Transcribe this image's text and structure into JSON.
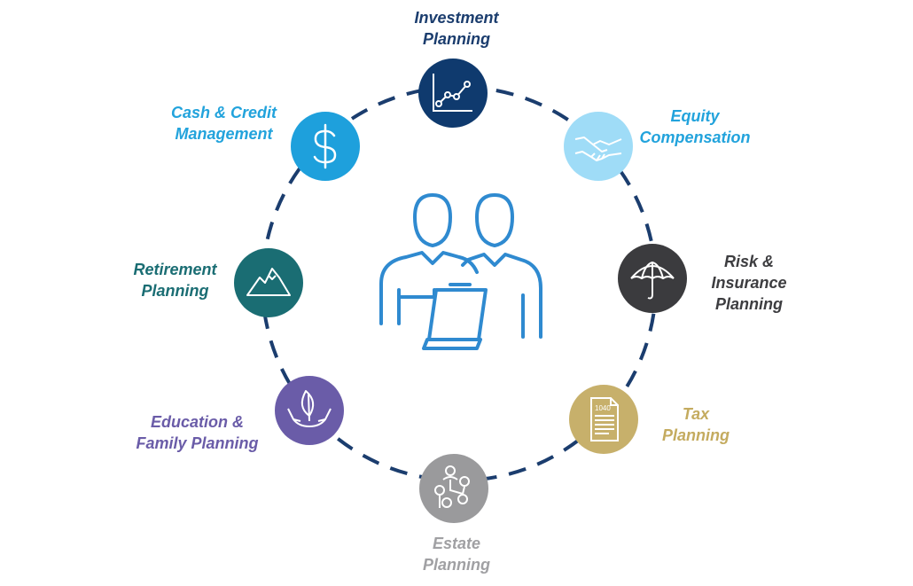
{
  "items": [
    {
      "key": "investment",
      "label": "Investment\nPlanning",
      "color": "#0f3a6e",
      "text_color": "#1b3d6e",
      "icon": "line-chart-icon"
    },
    {
      "key": "equity",
      "label": "Equity\nCompensation",
      "color": "#9fdcf7",
      "text_color": "#22a3dc",
      "icon": "handshake-icon"
    },
    {
      "key": "risk",
      "label": "Risk &\nInsurance\nPlanning",
      "color": "#3b3b3e",
      "text_color": "#3d3d40",
      "icon": "umbrella-icon"
    },
    {
      "key": "tax",
      "label": "Tax\nPlanning",
      "color": "#c7b06b",
      "text_color": "#c4ab5f",
      "icon": "tax-form-icon",
      "icon_text": "1040"
    },
    {
      "key": "estate",
      "label": "Estate\nPlanning",
      "color": "#9a9a9c",
      "text_color": "#a0a0a3",
      "icon": "family-tree-icon"
    },
    {
      "key": "education",
      "label": "Education &\nFamily Planning",
      "color": "#6a5ca8",
      "text_color": "#6a5ca8",
      "icon": "plant-in-hands-icon"
    },
    {
      "key": "retirement",
      "label": "Retirement\nPlanning",
      "color": "#1a6d73",
      "text_color": "#1a6d73",
      "icon": "mountain-icon"
    },
    {
      "key": "cash",
      "label": "Cash & Credit\nManagement",
      "color": "#1ea0dc",
      "text_color": "#22a3dc",
      "icon": "dollar-icon"
    }
  ],
  "ring_color": "#1b3d6e",
  "center_icon": "two-advisors-with-clipboard-icon",
  "center_color": "#2f8ad0"
}
